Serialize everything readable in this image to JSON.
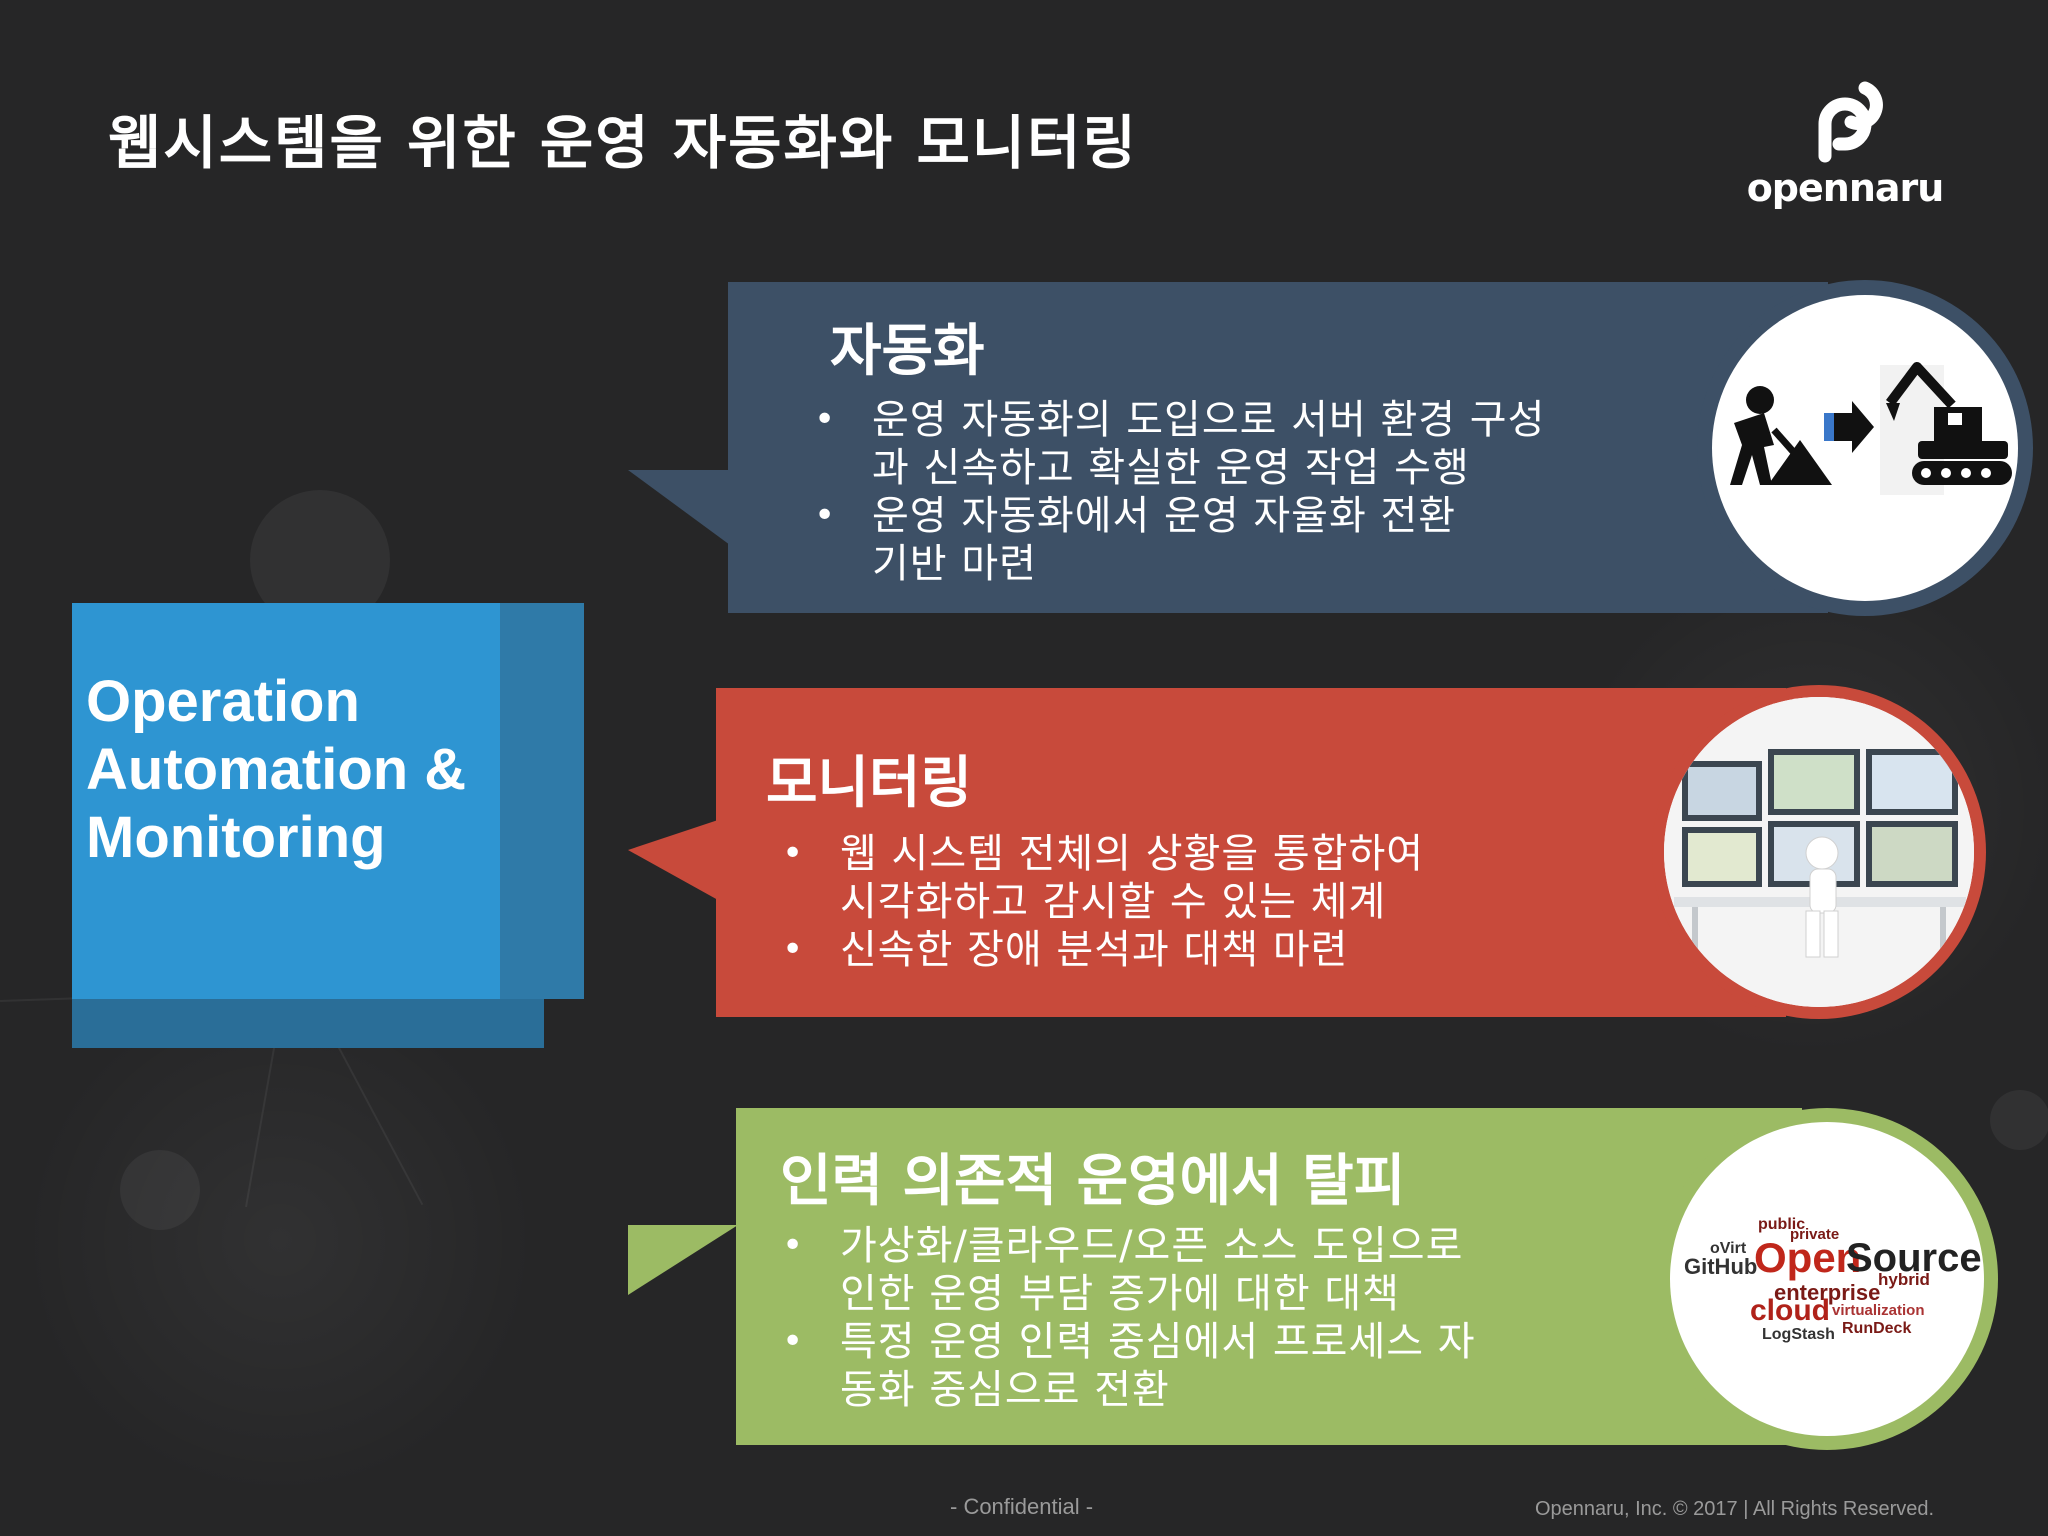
{
  "title": "웹시스템을 위한 운영 자동화와 모니터링",
  "logo": {
    "text": "opennaru",
    "icon": "opennaru-logo-icon"
  },
  "left_box": {
    "lines": [
      "Operation",
      "Automation &",
      "Monitoring"
    ]
  },
  "sections": [
    {
      "heading": "자동화",
      "color": "#3d5066",
      "icon": "worker-to-excavator-icon",
      "bullets": [
        [
          "운영 자동화의 도입으로 서버 환경 구성",
          "과  신속하고 확실한 운영 작업 수행"
        ],
        [
          "운영 자동화에서 운영 자율화 전환",
          "기반 마련"
        ]
      ]
    },
    {
      "heading": "모니터링",
      "color": "#c84a3b",
      "icon": "monitoring-screens-icon",
      "bullets": [
        [
          "웹 시스템 전체의 상황을 통합하여",
          "시각화하고 감시할 수 있는 체계"
        ],
        [
          "신속한 장애 분석과 대책 마련"
        ]
      ]
    },
    {
      "heading": "인력 의존적 운영에서 탈피",
      "color": "#9cbb64",
      "icon": "opensource-word-cloud-icon",
      "bullets": [
        [
          "가상화/클라우드/오픈 소스 도입으로",
          "인한 운영 부담 증가에 대한 대책"
        ],
        [
          "특정 운영 인력 중심에서 프로세스 자",
          "동화 중심으로 전환"
        ]
      ]
    }
  ],
  "word_cloud": {
    "words": [
      "public",
      "private",
      "oVirt",
      "GitHub",
      "Open",
      "Source",
      "hybrid",
      "enterprise",
      "cloud",
      "virtualization",
      "LogStash",
      "RunDeck"
    ]
  },
  "footer": {
    "confidential": "- Confidential -",
    "copyright": "Opennaru, Inc. ©  2017 | All Rights Reserved."
  }
}
